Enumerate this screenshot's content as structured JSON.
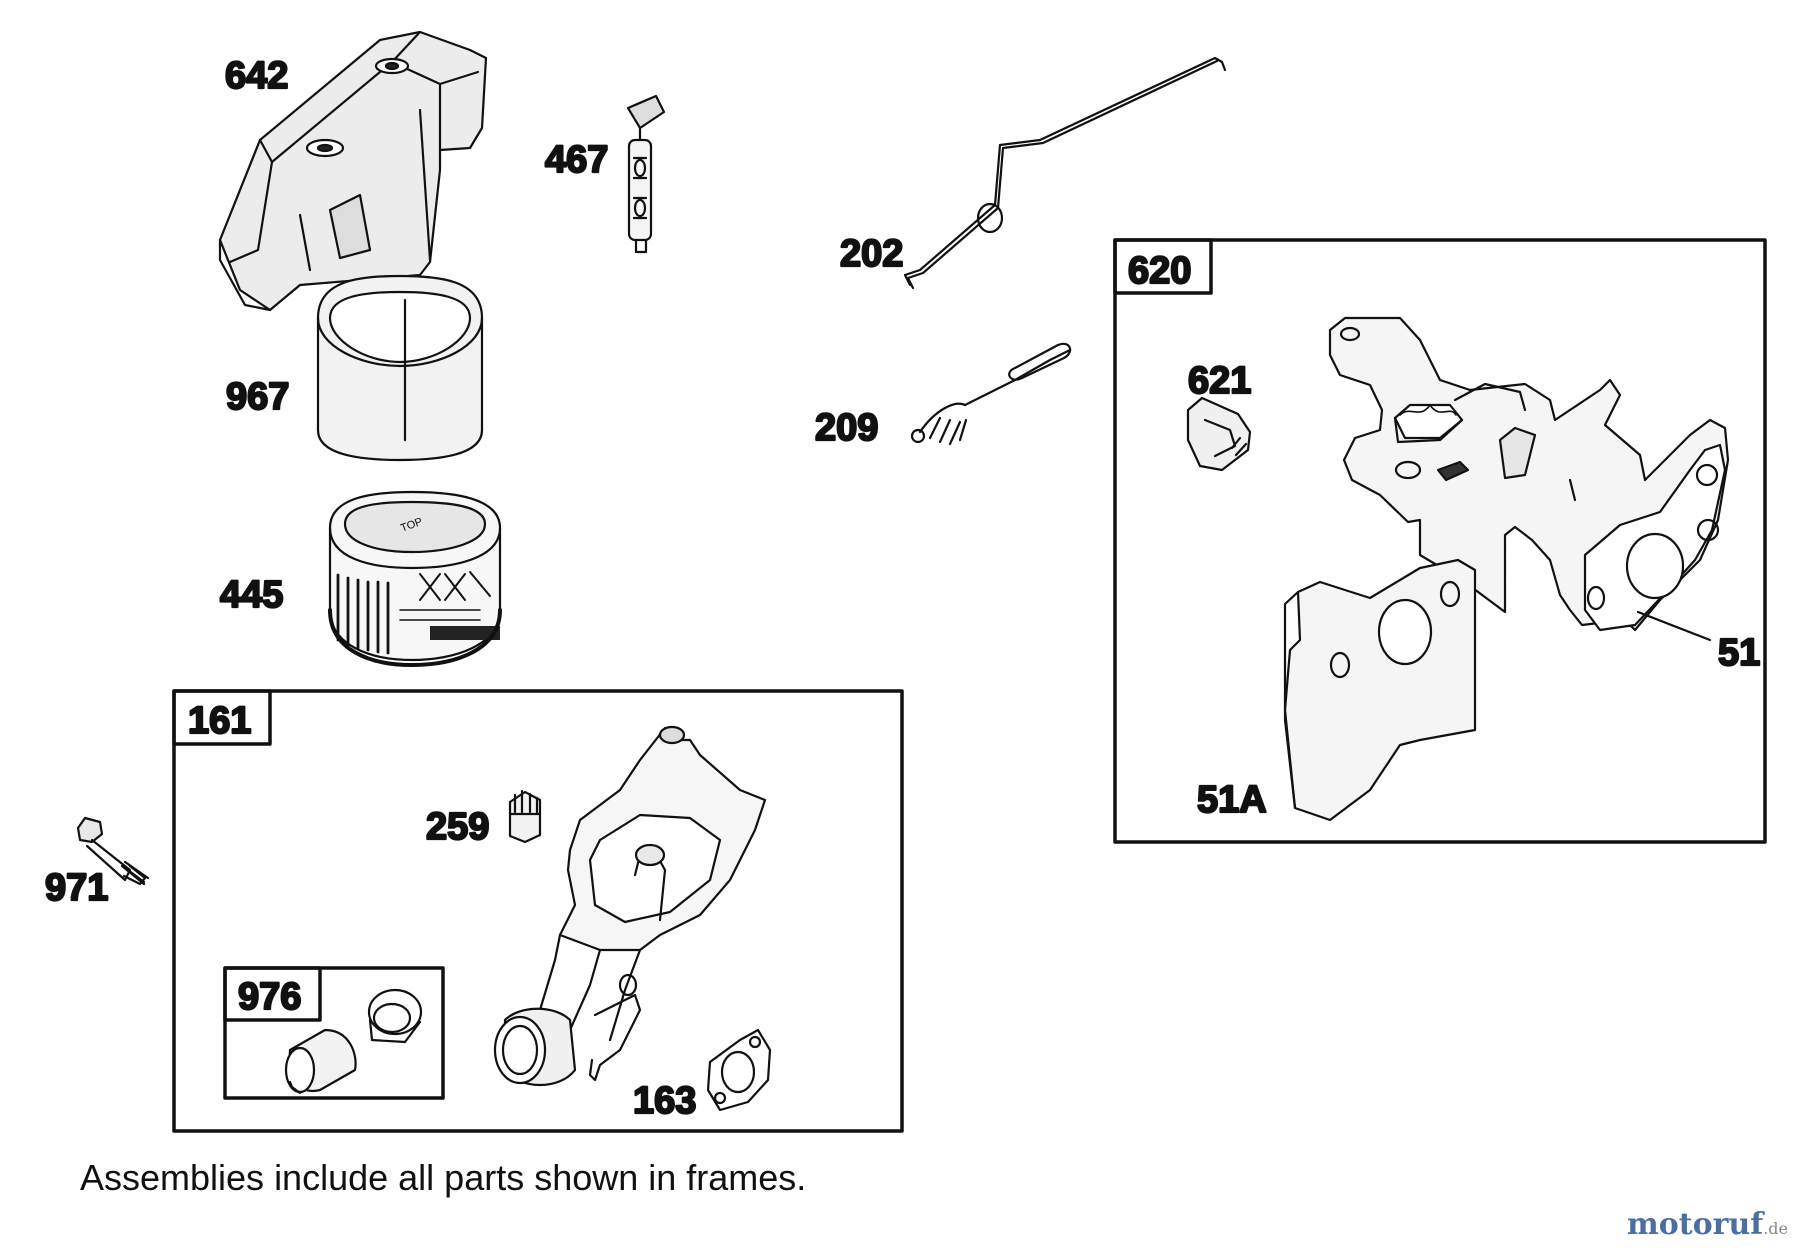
{
  "labels": {
    "p642": "642",
    "p467": "467",
    "p202": "202",
    "p620": "620",
    "p967": "967",
    "p209": "209",
    "p621": "621",
    "p445": "445",
    "p51": "51",
    "p161": "161",
    "p259": "259",
    "p971": "971",
    "p976": "976",
    "p163": "163",
    "p51a": "51A"
  },
  "filter_text": "TOP",
  "note": "Assemblies include all parts shown in frames.",
  "watermark": {
    "name": "motoruf",
    "tld": ".de"
  }
}
